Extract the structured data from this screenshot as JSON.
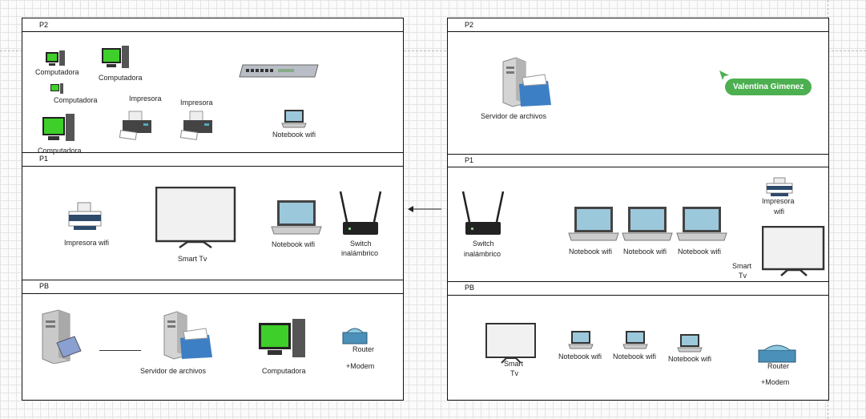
{
  "left": {
    "floors": {
      "p2": "P2",
      "p1": "P1",
      "pb": "PB"
    },
    "p2_labels": {
      "pc1": "Computadora",
      "pc2": "Computadora",
      "pc3": "Computadora",
      "pc4": "Computadora",
      "printer1": "Impresora",
      "printer2": "Impresora",
      "notebook": "Notebook wifi"
    },
    "p1_labels": {
      "printer": "Impresora wifi",
      "tv": "Smart Tv",
      "notebook": "Notebook wifi",
      "switch_l1": "Switch",
      "switch_l2": "inalámbrico"
    },
    "pb_labels": {
      "server": "Servidor de archivos",
      "pc": "Computadora",
      "router": "Router",
      "modem": "+Modem"
    }
  },
  "right": {
    "floors": {
      "p2": "P2",
      "p1": "P1",
      "pb": "PB"
    },
    "p2_labels": {
      "server": "Servidor de archivos"
    },
    "user_badge": "Valentina Gimenez",
    "p1_labels": {
      "switch_l1": "Switch",
      "switch_l2": "inalámbrico",
      "nb1": "Notebook wifi",
      "nb2": "Notebook wifi",
      "nb3": "Notebook wifi",
      "printer_l1": "Impresora",
      "printer_l2": "wifi",
      "tv_l1": "Smart",
      "tv_l2": "Tv"
    },
    "pb_labels": {
      "tv_l1": "Smart",
      "tv_l2": "Tv",
      "nb1": "Notebook wifi",
      "nb2": "Notebook wifi",
      "nb3": "Notebook wifi",
      "router": "Router",
      "modem": "+Modem"
    }
  },
  "colors": {
    "badge": "#4caf50",
    "screen_green": "#3ecf2a"
  }
}
